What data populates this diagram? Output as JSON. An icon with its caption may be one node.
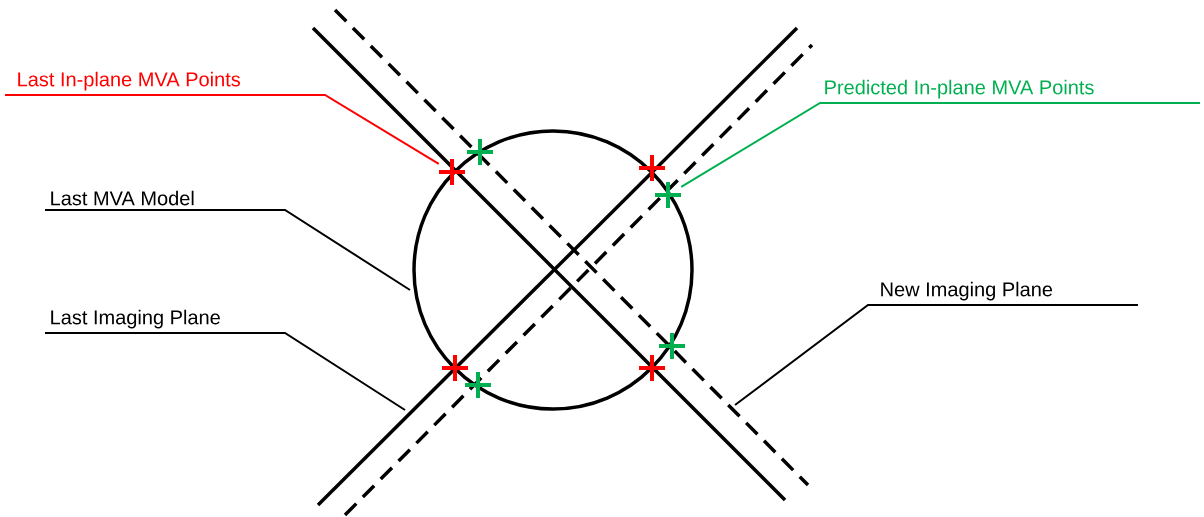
{
  "diagram": {
    "nodes": [
      {
        "text": [
          "Last In-plane MVA Points"
        ]
      },
      {
        "text": [
          "Predicted In-plane MVA Points"
        ]
      },
      {
        "text": [
          "Last MVA Model"
        ]
      },
      {
        "text": [
          "Last Imaging Plane"
        ]
      },
      {
        "text": [
          "New Imaging Plane"
        ]
      },
      {
        "text": [],
        "shape": "cross"
      },
      {
        "text": [],
        "shape": "cross"
      },
      {
        "text": [],
        "shape": "cross"
      },
      {
        "text": [],
        "shape": "cross"
      },
      {
        "text": [],
        "shape": "cross"
      },
      {
        "text": [],
        "shape": "cross"
      },
      {
        "text": [],
        "shape": "cross"
      },
      {
        "text": [],
        "shape": "cross"
      }
    ],
    "edges": [
      {
        "from": 0,
        "to": 7,
        "arrow": "none",
        "color": "#ff0000"
      },
      {
        "from": 1,
        "to": 8,
        "arrow": "none",
        "color": "#00b050"
      },
      {
        "from": 2,
        "to": null,
        "arrow": "none"
      },
      {
        "from": 3,
        "to": null,
        "arrow": "none"
      },
      {
        "from": 4,
        "to": null,
        "arrow": "none"
      }
    ]
  }
}
